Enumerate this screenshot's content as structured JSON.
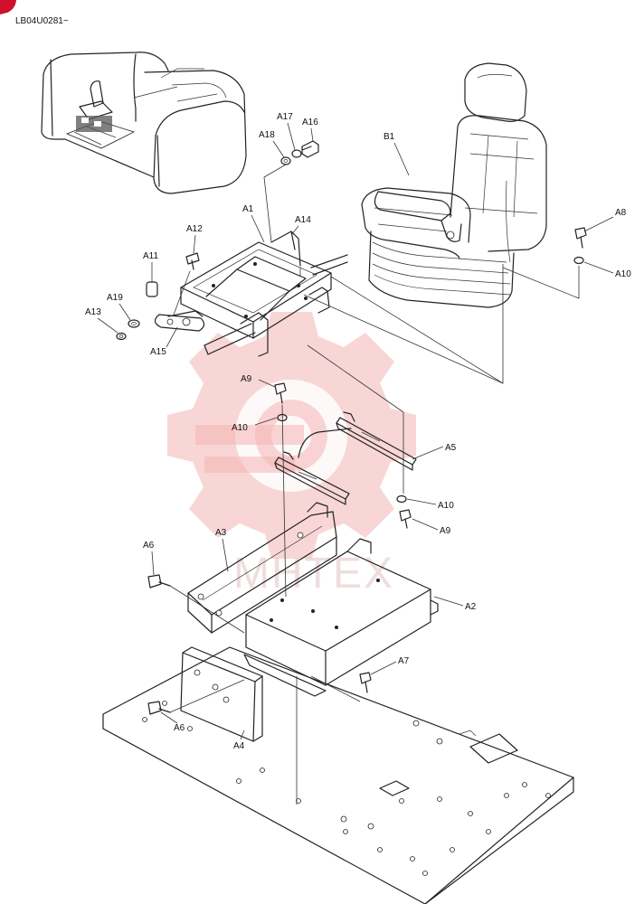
{
  "header": {
    "serial_code": "LB04U0281~"
  },
  "watermark": {
    "text": "MHTEX",
    "color": "#f4b5b5"
  },
  "labels": {
    "B1": "B1",
    "A1": "A1",
    "A2": "A2",
    "A3": "A3",
    "A4": "A4",
    "A5": "A5",
    "A6": "A6",
    "A7": "A7",
    "A8": "A8",
    "A9": "A9",
    "A10": "A10",
    "A11": "A11",
    "A12": "A12",
    "A13": "A13",
    "A14": "A14",
    "A15": "A15",
    "A16": "A16",
    "A17": "A17",
    "A18": "A18",
    "A19": "A19"
  },
  "colors": {
    "line": "#222222",
    "corner_mark": "#d0112b"
  }
}
